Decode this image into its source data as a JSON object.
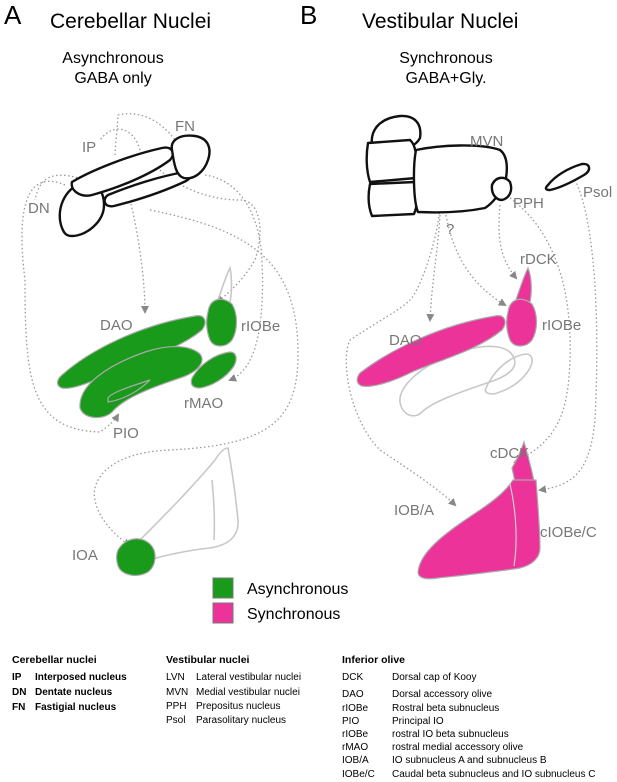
{
  "panels": {
    "a": {
      "letter": "A",
      "title": "Cerebellar Nuclei",
      "sub1": "Asynchronous",
      "sub2": "GABA only"
    },
    "b": {
      "letter": "B",
      "title": "Vestibular Nuclei",
      "sub1": "Synchronous",
      "sub2": "GABA+Gly."
    }
  },
  "labels_a": {
    "fn": "FN",
    "ip": "IP",
    "dn": "DN",
    "dao": "DAO",
    "riobe": "rIOBe",
    "rmao": "rMAO",
    "pio": "PIO",
    "ioa": "IOA"
  },
  "labels_b": {
    "mvn": "MVN",
    "pph": "PPH",
    "psol": "Psol",
    "q": "?",
    "rdck": "rDCK",
    "dao": "DAO",
    "riobe": "rIOBe",
    "cdck": "cDCK",
    "ioba": "IOB/A",
    "ciobec": "cIOBe/C"
  },
  "legend": {
    "async": {
      "label": "Asynchronous",
      "color": "#1a9a1a"
    },
    "sync": {
      "label": "Synchronous",
      "color": "#ec3399"
    }
  },
  "key": {
    "cerebellar": {
      "heading": "Cerebellar nuclei",
      "items": [
        {
          "abbr": "IP",
          "name": "Interposed nucleus"
        },
        {
          "abbr": "DN",
          "name": "Dentate nucleus"
        },
        {
          "abbr": "FN",
          "name": "Fastigial nucleus"
        }
      ]
    },
    "vestibular": {
      "heading": "Vestibular nuclei",
      "items": [
        {
          "abbr": "LVN",
          "name": "Lateral vestibular nuclei"
        },
        {
          "abbr": "MVN",
          "name": "Medial vestibular nuclei"
        },
        {
          "abbr": "PPH",
          "name": "Prepositus nucleus"
        },
        {
          "abbr": "Psol",
          "name": "Parasolitary nucleus"
        }
      ]
    },
    "olive": {
      "heading": "Inferior olive",
      "items": [
        {
          "abbr": "DCK",
          "name": "Dorsal cap of Kooy"
        },
        {
          "abbr": "DAO",
          "name": "Dorsal accessory olive"
        },
        {
          "abbr": "rIOBe",
          "name": "Rostral beta subnucleus"
        },
        {
          "abbr": "PIO",
          "name": "Principal IO"
        },
        {
          "abbr": "rIOBe",
          "name": "rostral IO beta subnucleus"
        },
        {
          "abbr": "rMAO",
          "name": "rostral medial accessory olive"
        },
        {
          "abbr": "IOB/A",
          "name": "IO subnucleus A and subnucleus B"
        },
        {
          "abbr": "IOBe/C",
          "name": "Caudal beta subnucleus and IO subnucleus C"
        }
      ]
    }
  }
}
